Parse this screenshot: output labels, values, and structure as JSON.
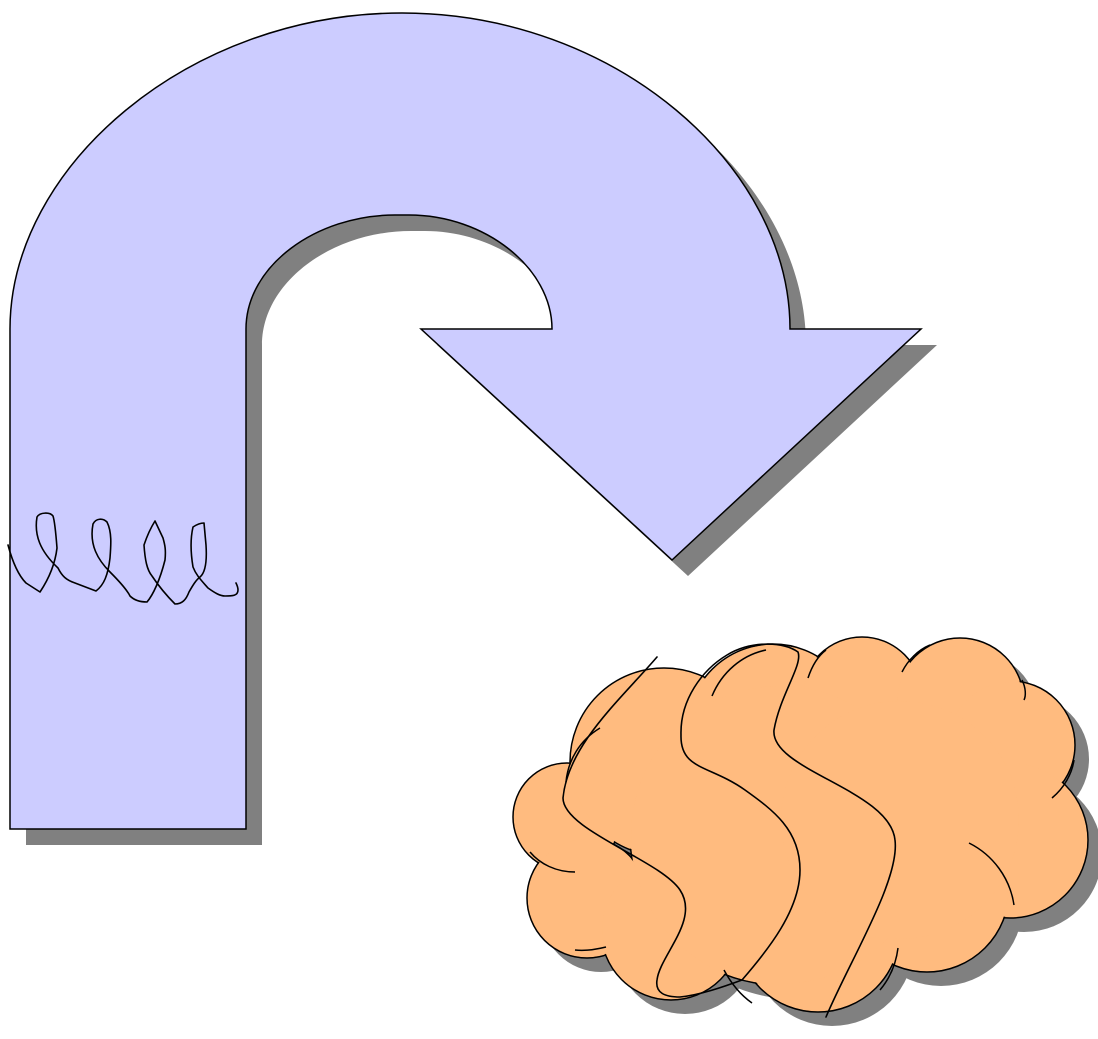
{
  "diagram": {
    "shapes": [
      {
        "kind": "u-turn-arrow",
        "fill_color": "#CCCCFF",
        "shadow_color": "#808080",
        "stroke_color": "#000000"
      },
      {
        "kind": "cloud",
        "fill_color": "#FFBB7F",
        "shadow_color": "#808080",
        "stroke_color": "#000000"
      }
    ],
    "annotations": [
      {
        "kind": "freehand-loops-scribble",
        "stroke_color": "#000000"
      },
      {
        "kind": "freehand-wavy-lines",
        "stroke_color": "#000000"
      }
    ]
  }
}
